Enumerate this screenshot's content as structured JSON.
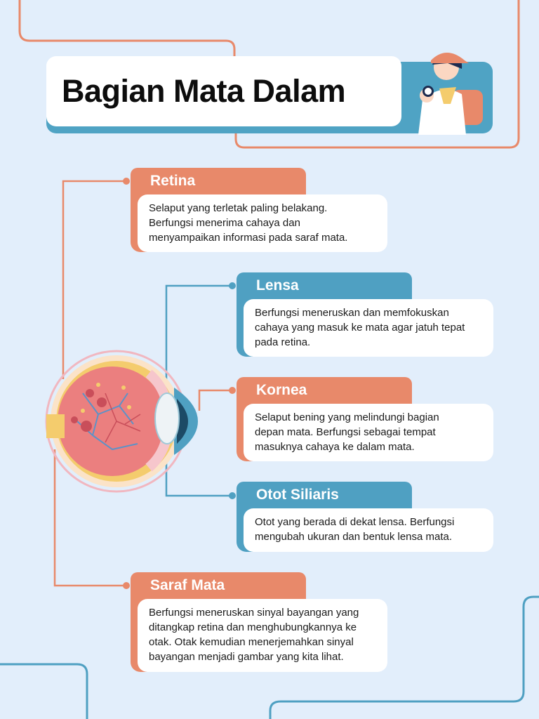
{
  "title": "Bagian Mata Dalam",
  "colors": {
    "background": "#e2eefb",
    "orange": "#e8896a",
    "blue": "#4fa0c2"
  },
  "parts": [
    {
      "id": "retina",
      "name": "Retina",
      "color": "orange",
      "lines": [
        "Selaput yang terletak paling belakang.",
        "Berfungsi menerima cahaya dan",
        "menyampaikan informasi pada saraf mata."
      ]
    },
    {
      "id": "lensa",
      "name": "Lensa",
      "color": "blue",
      "lines": [
        "Berfungsi meneruskan dan memfokuskan",
        "cahaya yang masuk ke mata agar jatuh tepat",
        "pada retina."
      ]
    },
    {
      "id": "kornea",
      "name": "Kornea",
      "color": "orange",
      "lines": [
        "Selaput bening yang melindungi bagian",
        "depan mata. Berfungsi sebagai tempat",
        "masuknya cahaya ke dalam mata."
      ]
    },
    {
      "id": "otot-siliaris",
      "name": "Otot Siliaris",
      "color": "blue",
      "lines": [
        "Otot yang berada di dekat lensa. Berfungsi",
        "mengubah ukuran dan bentuk lensa mata."
      ]
    },
    {
      "id": "saraf-mata",
      "name": "Saraf Mata",
      "color": "orange",
      "lines": [
        "Berfungsi meneruskan sinyal bayangan yang",
        "ditangkap retina dan menghubungkannya ke",
        "otak. Otak kemudian menerjemahkan sinyal",
        "bayangan menjadi gambar yang kita lihat."
      ]
    }
  ]
}
